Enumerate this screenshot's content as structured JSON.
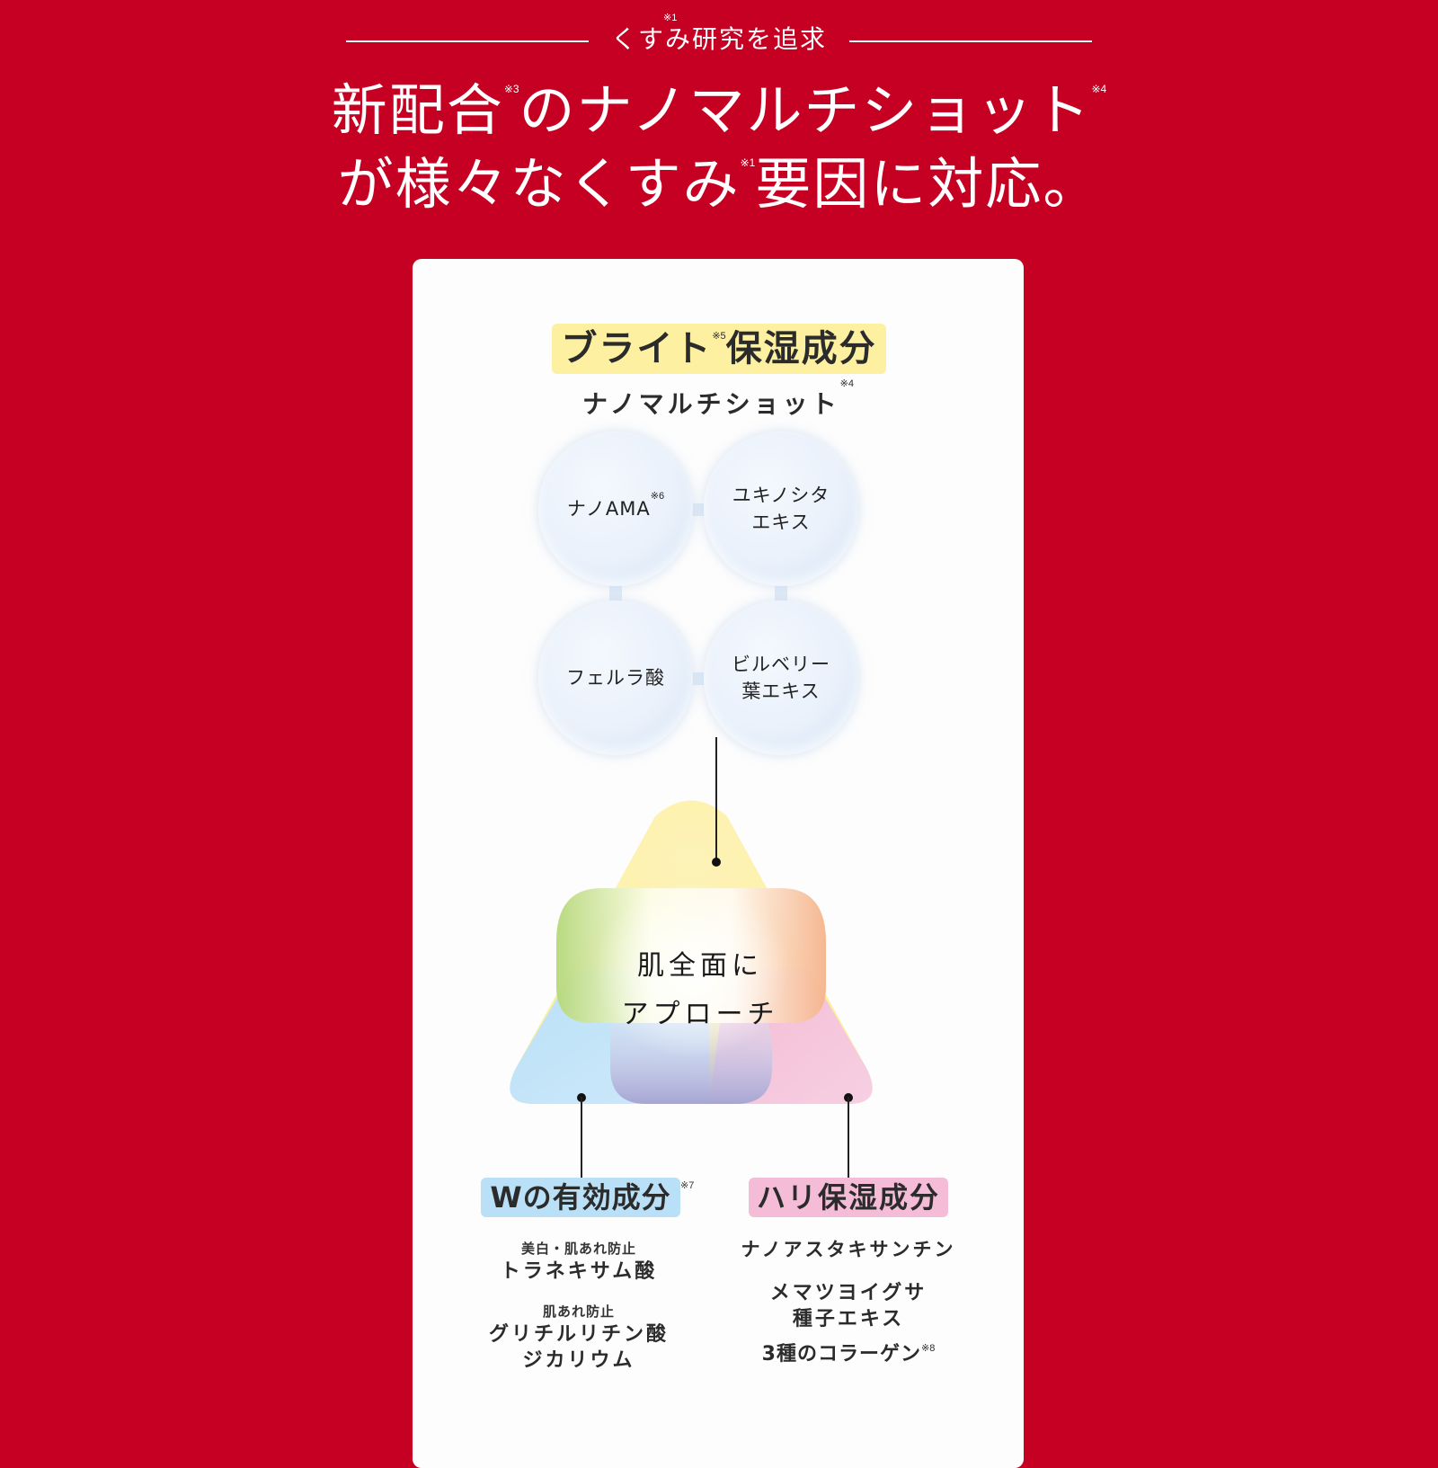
{
  "header": {
    "eyebrow": "くすみ研究を追求",
    "eyebrow_note": "※1",
    "title_line1_a": "新配合",
    "title_line1_note_a": "※3",
    "title_line1_b": "のナノマルチショット",
    "title_line1_note_b": "※4",
    "title_line2_a": "が様々なくすみ",
    "title_line2_note": "※1",
    "title_line2_b": "要因に対応。"
  },
  "colors": {
    "background": "#c60022",
    "card": "#fdfdfd",
    "yellow_label": "#fdf0a0",
    "blue_label": "#b9e0f7",
    "pink_label": "#f4bcd7"
  },
  "bright": {
    "label": "ブライト",
    "label_note": "※5",
    "label_b": "保湿成分",
    "subtitle": "ナノマルチショット",
    "subtitle_note": "※4",
    "bubbles": [
      {
        "line1": "ナノAMA",
        "note": "※6",
        "line2": ""
      },
      {
        "line1": "ユキノシタ",
        "line2": "エキス"
      },
      {
        "line1": "フェルラ酸",
        "line2": ""
      },
      {
        "line1": "ビルベリー",
        "line2": "葉エキス"
      }
    ]
  },
  "diagram": {
    "center_line1": "肌全面に",
    "center_line2": "アプローチ"
  },
  "w_active": {
    "label": "Wの有効成分",
    "label_note": "※7",
    "items": [
      {
        "effect": "美白・肌あれ防止",
        "name": "トラネキサム酸"
      },
      {
        "effect": "肌あれ防止",
        "name_line1": "グリチルリチン酸",
        "name_line2": "ジカリウム"
      }
    ]
  },
  "firm": {
    "label": "ハリ保湿成分",
    "items": [
      {
        "name": "ナノアスタキサンチン"
      },
      {
        "name_line1": "メマツヨイグサ",
        "name_line2": "種子エキス"
      },
      {
        "name": "3種のコラーゲン",
        "note": "※8"
      }
    ]
  }
}
